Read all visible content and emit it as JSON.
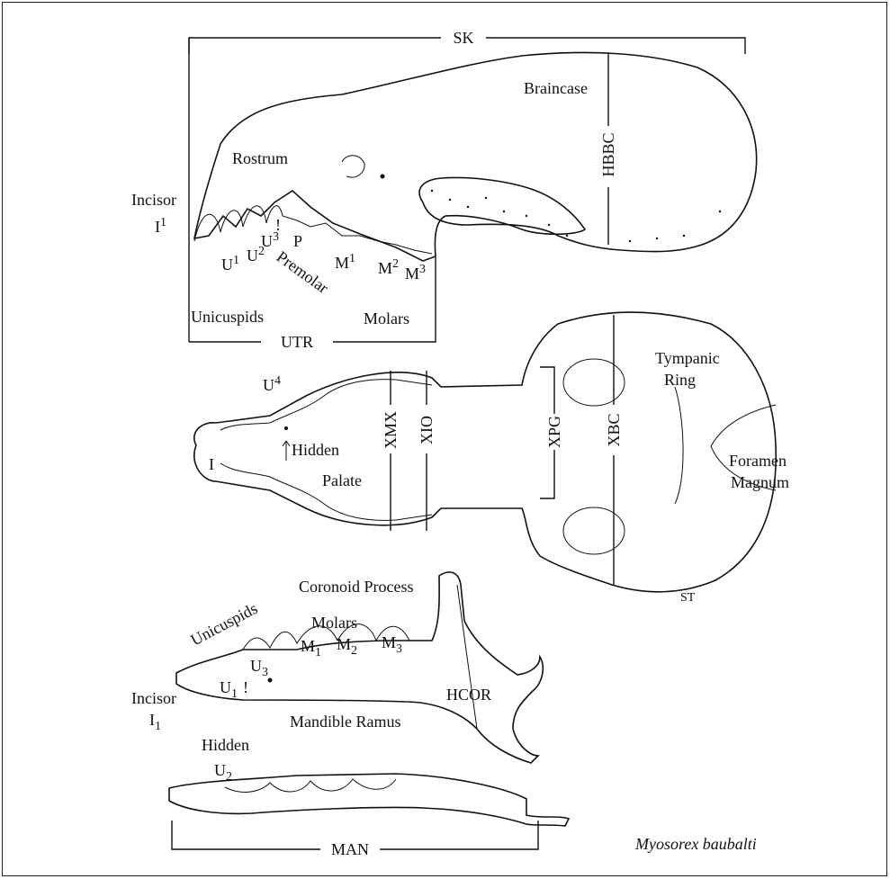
{
  "figure": {
    "caption": "Myosorex baubalti",
    "signature": "ST",
    "lateral_skull": {
      "measure_sk": "SK",
      "measure_utr": "UTR",
      "measure_hbbc": "HBBC",
      "rostrum": "Rostrum",
      "braincase": "Braincase",
      "incisor": "Incisor",
      "i1": "I",
      "i1_sup": "1",
      "u1": "U",
      "u1_sup": "1",
      "u2": "U",
      "u2_sup": "2",
      "u3": "U",
      "u3_sup": "3",
      "p": "P",
      "premolar": "Premolar",
      "m1": "M",
      "m1_sup": "1",
      "m2": "M",
      "m2_sup": "2",
      "m3": "M",
      "m3_sup": "3",
      "unicuspids": "Unicuspids",
      "molars": "Molars"
    },
    "ventral_skull": {
      "u4": "U",
      "u4_sup": "4",
      "hidden": "Hidden",
      "palate": "Palate",
      "i_mark": "I",
      "measure_xmx": "XMX",
      "measure_xio": "XIO",
      "measure_xpg": "XPG",
      "measure_xbc": "XBC",
      "tympanic": "Tympanic",
      "ring": "Ring",
      "foramen": "Foramen",
      "magnum": "Magnum"
    },
    "mandible": {
      "coronoid": "Coronoid Process",
      "unicuspids": "Unicuspids",
      "molars": "Molars",
      "m1": "M",
      "m1_sub": "1",
      "m2": "M",
      "m2_sub": "2",
      "m3": "M",
      "m3_sub": "3",
      "u3": "U",
      "u3_sub": "3",
      "u1": "U",
      "u1_sub": "1",
      "incisor": "Incisor",
      "i1": "I",
      "i1_sub": "1",
      "hcor": "HCOR",
      "ramus": "Mandible Ramus"
    },
    "mandible_dorsal": {
      "u2": "U",
      "u2_sub": "2",
      "hidden": "Hidden",
      "measure_man": "MAN"
    }
  }
}
